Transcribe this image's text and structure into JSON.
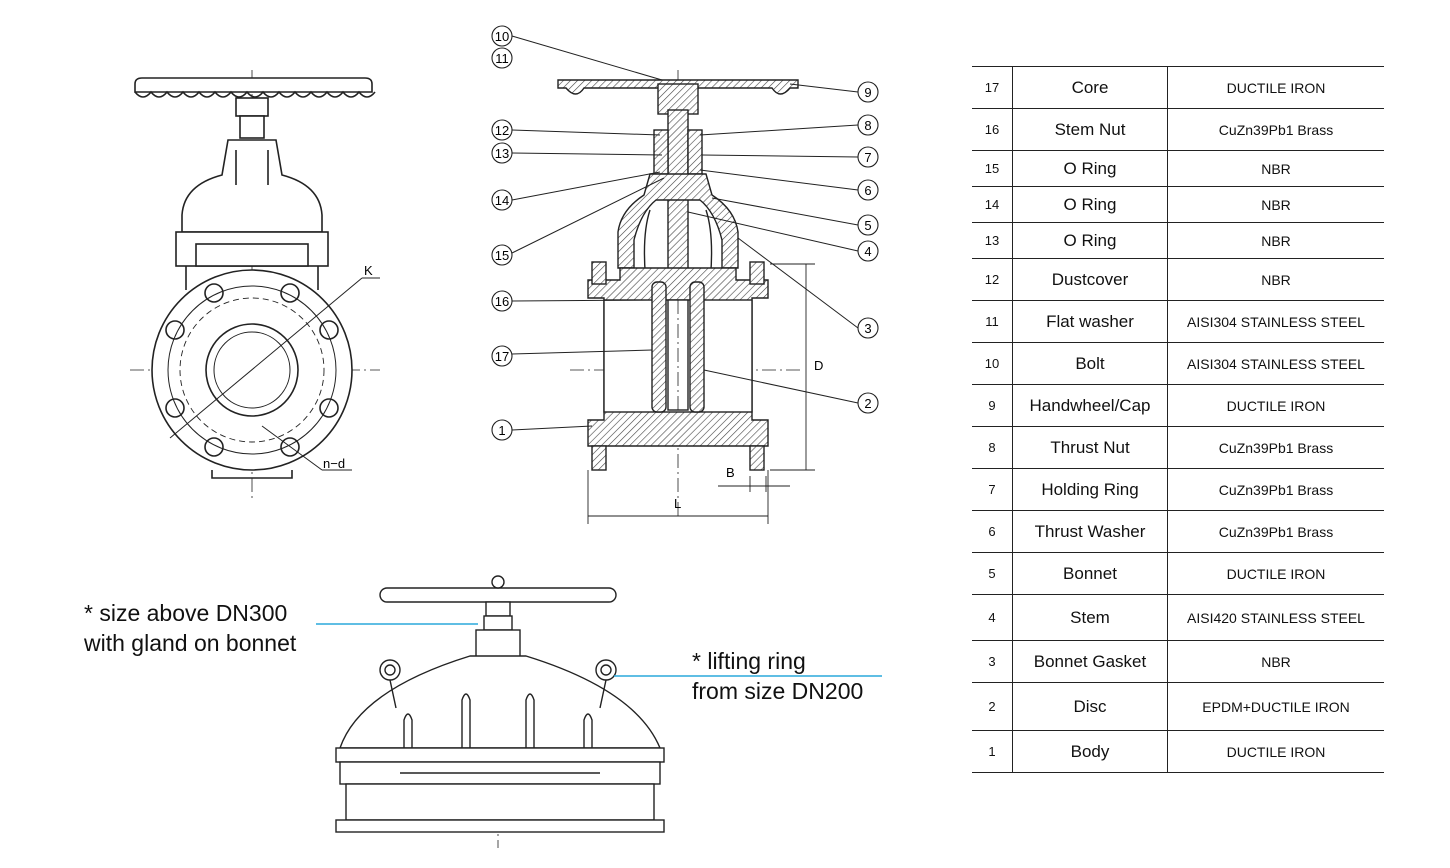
{
  "callouts": [
    "10",
    "11",
    "12",
    "13",
    "14",
    "15",
    "16",
    "17",
    "1",
    "9",
    "8",
    "7",
    "6",
    "5",
    "4",
    "3",
    "2"
  ],
  "dimensions": {
    "K": "K",
    "nd": "n−d",
    "D": "D",
    "B": "B",
    "L": "L"
  },
  "notes": {
    "gland_line1": "* size above DN300",
    "gland_line2": "with gland on bonnet",
    "lifting_line1": "* lifting ring",
    "lifting_line2": "from size DN200"
  },
  "accent_color": "#2aa8dc",
  "parts": [
    {
      "no": "17",
      "part": "Core",
      "material": "DUCTILE IRON"
    },
    {
      "no": "16",
      "part": "Stem Nut",
      "material": "CuZn39Pb1 Brass"
    },
    {
      "no": "15",
      "part": "O Ring",
      "material": "NBR"
    },
    {
      "no": "14",
      "part": "O Ring",
      "material": "NBR"
    },
    {
      "no": "13",
      "part": "O Ring",
      "material": "NBR"
    },
    {
      "no": "12",
      "part": "Dustcover",
      "material": "NBR"
    },
    {
      "no": "11",
      "part": "Flat washer",
      "material": "AISI304  STAINLESS STEEL"
    },
    {
      "no": "10",
      "part": "Bolt",
      "material": "AISI304  STAINLESS STEEL"
    },
    {
      "no": "9",
      "part": "Handwheel/Cap",
      "material": "DUCTILE IRON"
    },
    {
      "no": "8",
      "part": "Thrust Nut",
      "material": "CuZn39Pb1 Brass"
    },
    {
      "no": "7",
      "part": "Holding Ring",
      "material": "CuZn39Pb1 Brass"
    },
    {
      "no": "6",
      "part": "Thrust Washer",
      "material": "CuZn39Pb1 Brass"
    },
    {
      "no": "5",
      "part": "Bonnet",
      "material": "DUCTILE IRON"
    },
    {
      "no": "4",
      "part": "Stem",
      "material": "AISI420 STAINLESS STEEL"
    },
    {
      "no": "3",
      "part": "Bonnet Gasket",
      "material": "NBR"
    },
    {
      "no": "2",
      "part": "Disc",
      "material": "EPDM+DUCTILE IRON"
    },
    {
      "no": "1",
      "part": "Body",
      "material": "DUCTILE IRON"
    }
  ]
}
